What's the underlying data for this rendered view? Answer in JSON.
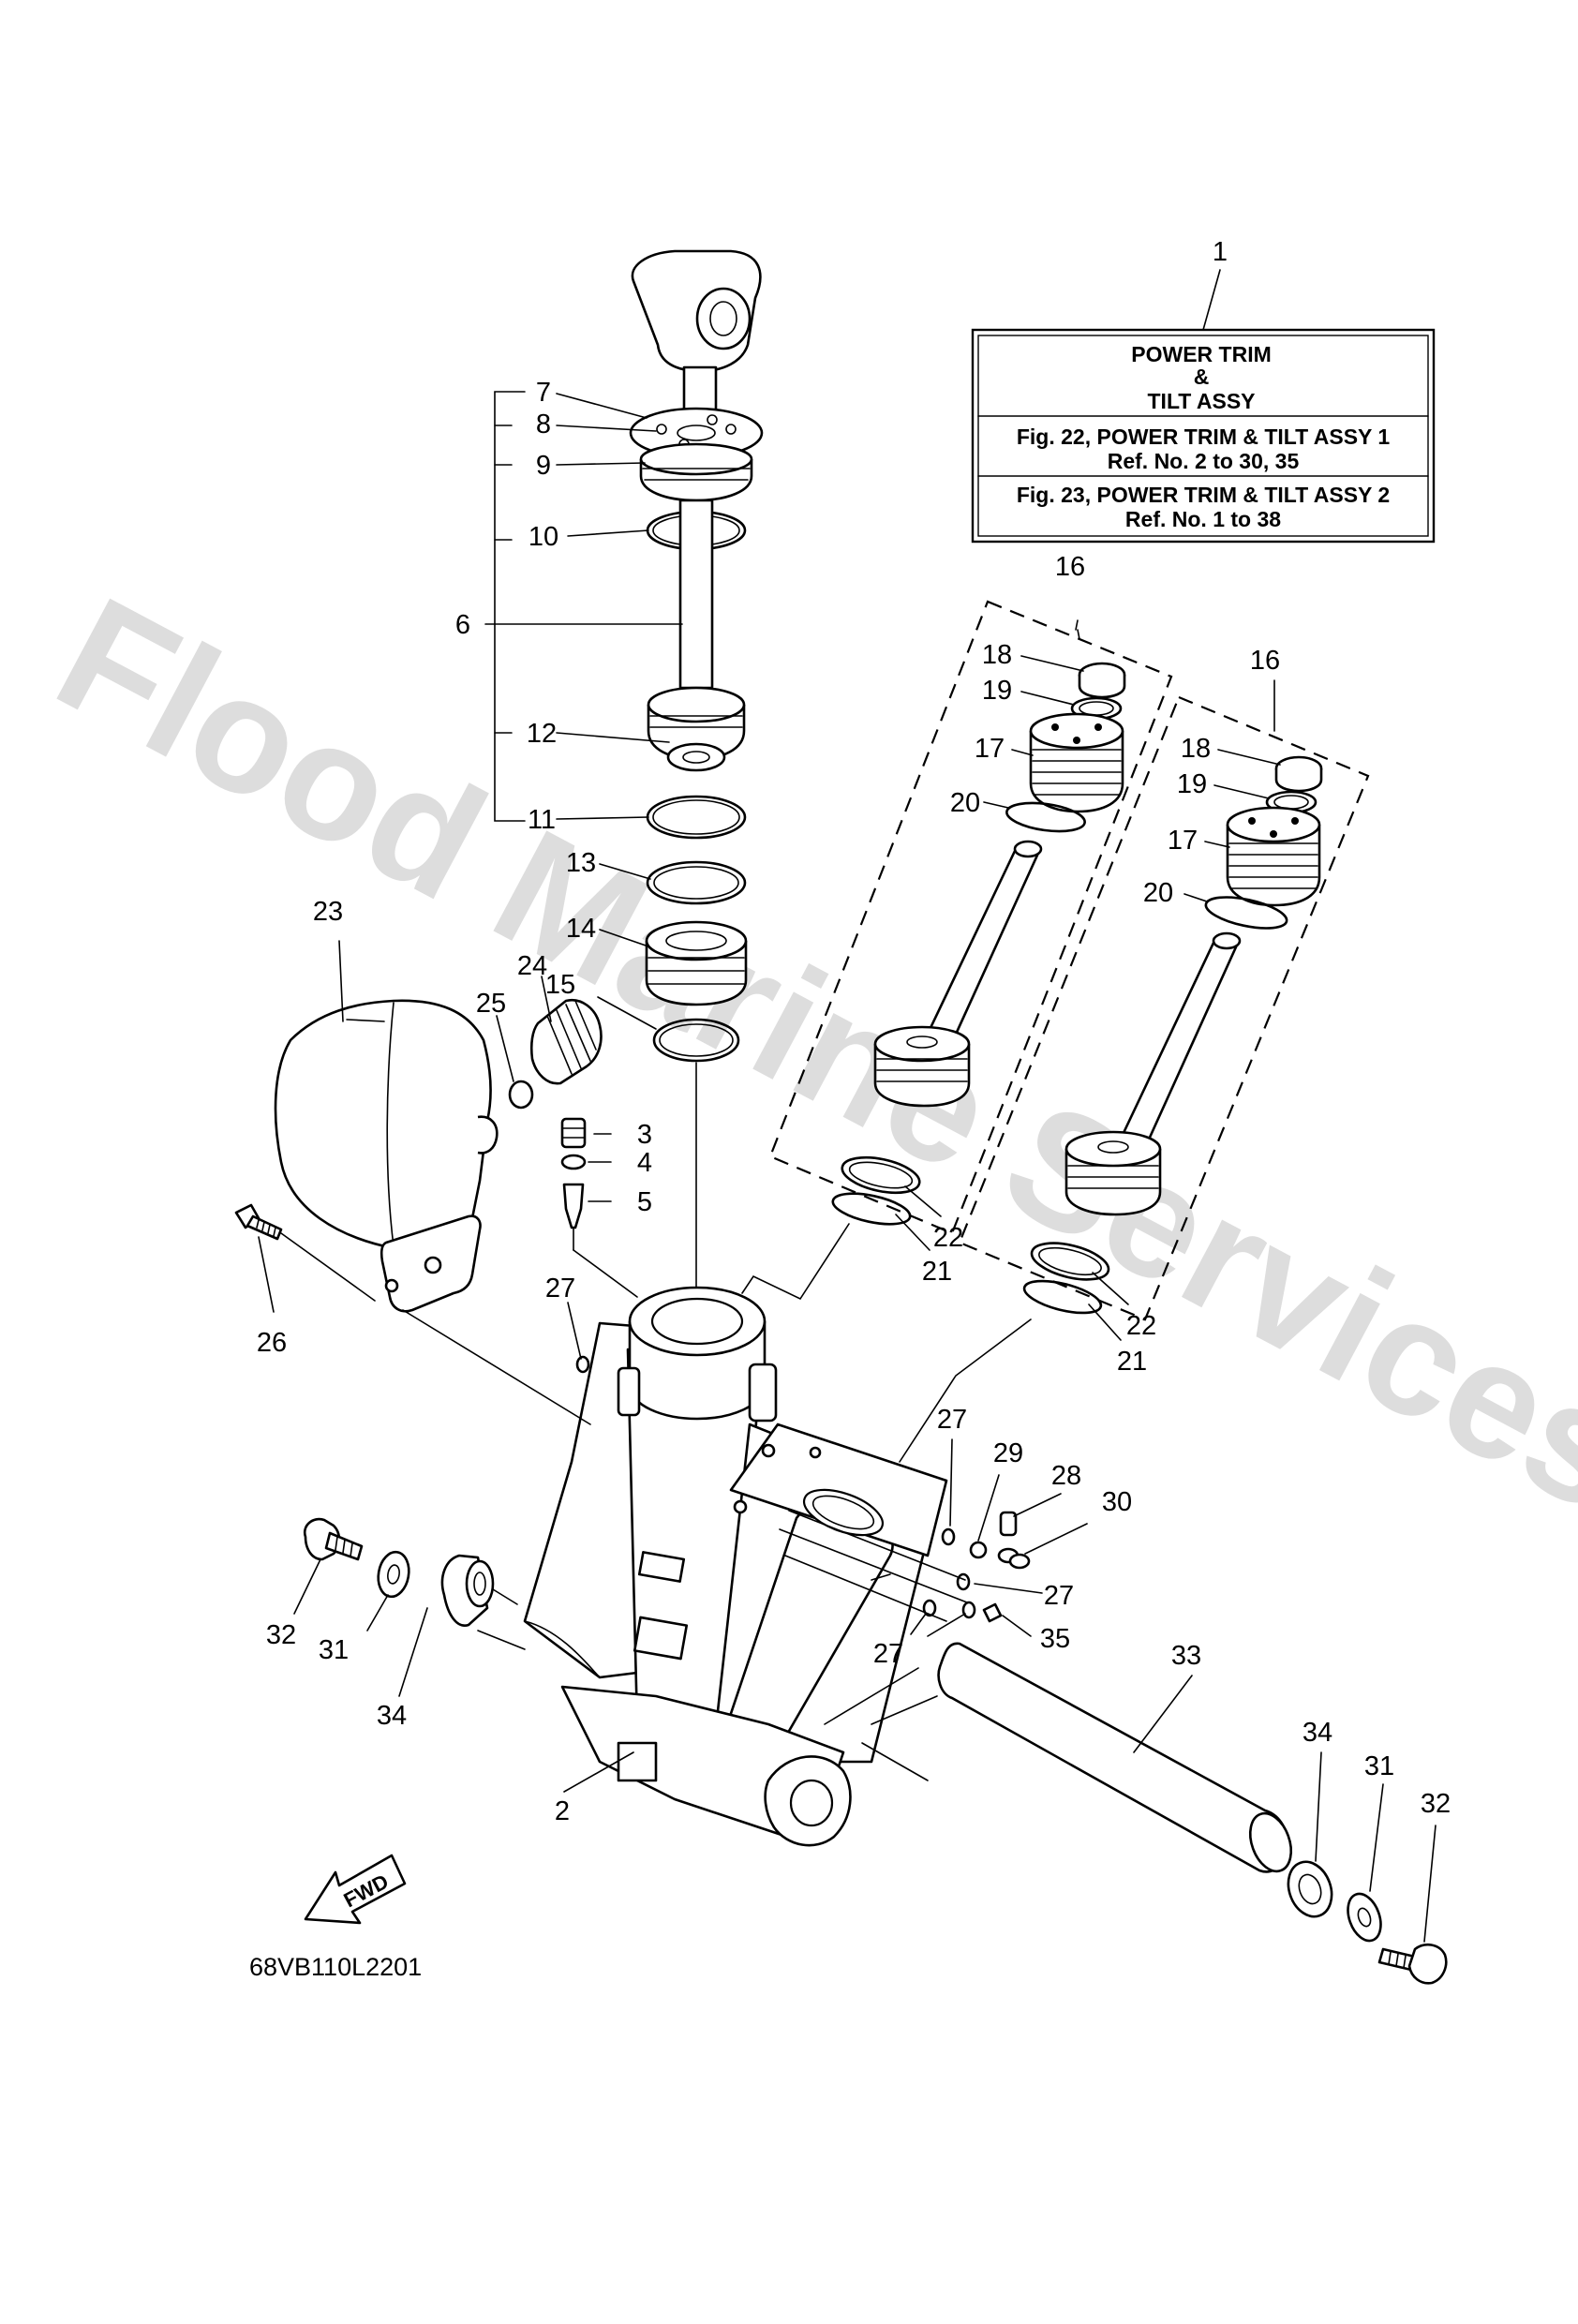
{
  "watermark": "Flood Marine Services",
  "diagram_code": "68VB110L2201",
  "fwd_label": "FWD",
  "info_box": {
    "ref": "1",
    "title_line1": "POWER TRIM",
    "title_line2": "&",
    "title_line3": "TILT ASSY",
    "line4": "Fig. 22, POWER TRIM & TILT ASSY 1",
    "line5": "Ref. No. 2 to 30, 35",
    "line6": "Fig. 23, POWER TRIM & TILT ASSY 2",
    "line7": "Ref. No. 1 to 38"
  },
  "callouts": {
    "c2": "2",
    "c3": "3",
    "c4": "4",
    "c5": "5",
    "c6": "6",
    "c7": "7",
    "c8": "8",
    "c9": "9",
    "c10": "10",
    "c11": "11",
    "c12": "12",
    "c13": "13",
    "c14": "14",
    "c15": "15",
    "c16a": "16",
    "c16b": "16",
    "c17a": "17",
    "c17b": "17",
    "c18a": "18",
    "c18b": "18",
    "c19a": "19",
    "c19b": "19",
    "c20a": "20",
    "c20b": "20",
    "c21a": "21",
    "c21b": "21",
    "c22a": "22",
    "c22b": "22",
    "c23": "23",
    "c24": "24",
    "c25": "25",
    "c26": "26",
    "c27a": "27",
    "c27b": "27",
    "c27c": "27",
    "c27d": "27",
    "c28": "28",
    "c29": "29",
    "c30": "30",
    "c31a": "31",
    "c31b": "31",
    "c32a": "32",
    "c32b": "32",
    "c33": "33",
    "c34a": "34",
    "c34b": "34",
    "c35": "35"
  }
}
